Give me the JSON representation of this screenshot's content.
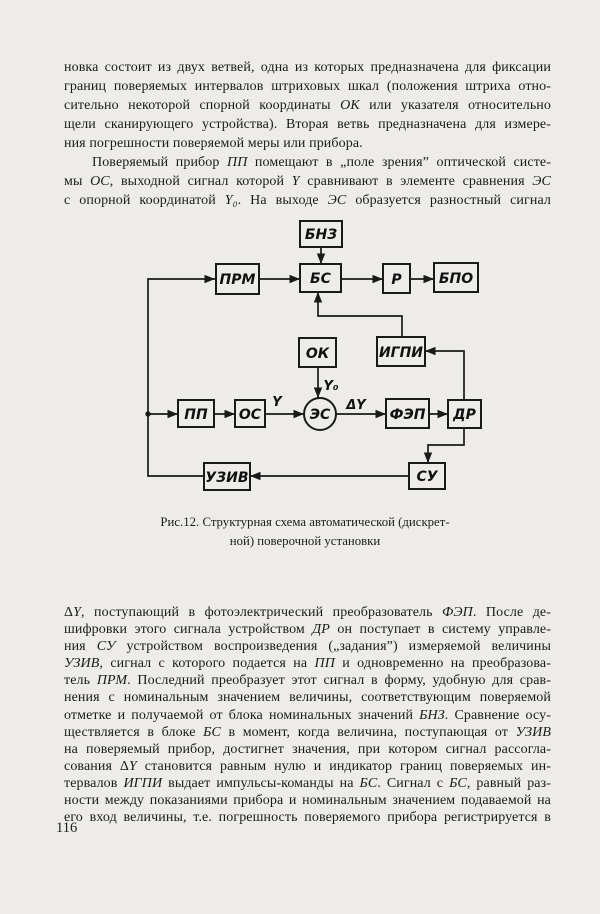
{
  "colors": {
    "paper": "#edece8",
    "ink": "#1a1a1a"
  },
  "content": {
    "p1": {
      "lines": [
        [
          "новка состоит из двух ветвей, одна из которых предназначена для фиксации"
        ],
        [
          "границ поверяемых интервалов штриховых шкал (положения штриха отно-"
        ],
        [
          "сительно некоторой спорной координаты ",
          {
            "i": "ОК"
          },
          " или указателя относительно"
        ],
        [
          "щели сканирующего устройства). Вторая ветвь предназначена для измере-"
        ],
        [
          "ния погрешности поверяемой меры или прибора."
        ]
      ]
    },
    "p2": {
      "lines": [
        [
          "Поверяемый прибор ",
          {
            "i": "ПП"
          },
          " помещают в „поле зрения” оптической систе-"
        ],
        [
          "мы ",
          {
            "i": "ОС"
          },
          ", выходной сигнал которой ",
          {
            "i": "Y"
          },
          " сравнивают в элементе сравнения ",
          {
            "i": "ЭС"
          }
        ],
        [
          "с опорной координатой ",
          {
            "i": "Y₀"
          },
          ". На выходе ",
          {
            "i": "ЭС"
          },
          " образуется разностный сигнал"
        ]
      ]
    },
    "p3": {
      "lines": [
        [
          "Δ",
          {
            "i": "Y"
          },
          ", поступающий в фотоэлектрический преобразователь ",
          {
            "i": "ФЭП"
          },
          ". После де-"
        ],
        [
          "шифровки этого сигнала устройством ",
          {
            "i": "ДР"
          },
          " он поступает в систему управле-"
        ],
        [
          "ния ",
          {
            "i": "СУ"
          },
          " устройством воспроизведения („задания”) измеряемой величины"
        ],
        [
          {
            "i": "УЗИВ"
          },
          ", сигнал с которого подается на ",
          {
            "i": "ПП"
          },
          " и одновременно на преобразова-"
        ],
        [
          "тель ",
          {
            "i": "ПРМ"
          },
          ". Последний преобразует этот сигнал в форму, удобную для срав-"
        ],
        [
          "нения с номинальным значением величины, соответствующим поверяемой"
        ],
        [
          "отметке и получаемой от блока номинальных значений ",
          {
            "i": "БНЗ"
          },
          ". Сравнение осу-"
        ],
        [
          "ществляется в блоке ",
          {
            "i": "БС"
          },
          " в момент, когда величина, поступающая от ",
          {
            "i": "УЗИВ"
          }
        ],
        [
          "на поверяемый прибор, достигнет значения, при котором сигнал рассогла-"
        ],
        [
          "сования Δ",
          {
            "i": "Y"
          },
          " становится равным нулю и индикатор границ поверяемых ин-"
        ],
        [
          "тервалов ",
          {
            "i": "ИГПИ"
          },
          " выдает импульсы-команды на ",
          {
            "i": "БС"
          },
          ". Сигнал с ",
          {
            "i": "БС"
          },
          ", равный раз-"
        ],
        [
          "ности между показаниями прибора и номинальным значением подаваемой на"
        ],
        [
          "его вход величины, т.е. погрешность поверяемого прибора регистрируется в"
        ]
      ]
    },
    "figure": {
      "caption_lines": [
        "Рис.12. Структурная схема автоматической (дискрет-",
        "ной) поверочной установки"
      ],
      "blocks": {
        "bnz": "БНЗ",
        "prm": "ПРМ",
        "bs": "БС",
        "r": "Р",
        "bpo": "БПО",
        "ok": "ОК",
        "igpi": "ИГПИ",
        "pp": "ПП",
        "os": "ОС",
        "es": "ЭС",
        "fep": "ФЭП",
        "dr": "ДР",
        "su": "СУ",
        "uziv": "УЗИВ"
      },
      "signals": {
        "y0": "Y₀",
        "y": "Y",
        "dy": "ΔY"
      }
    },
    "page_number": "116"
  }
}
